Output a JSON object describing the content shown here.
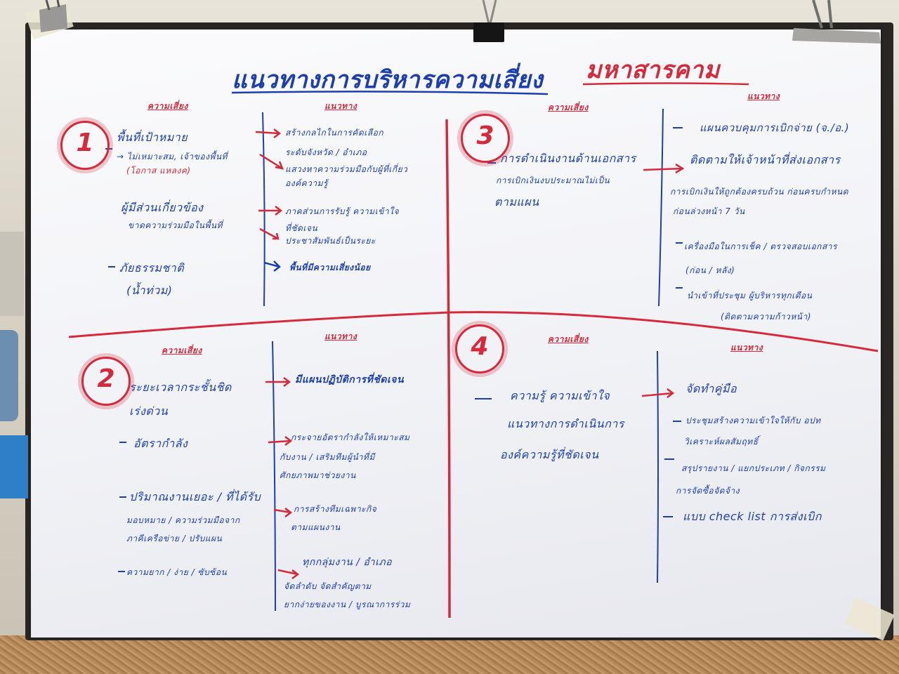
{
  "header": {
    "title": "แนวทางการบริหารความเสี่ยง",
    "province": "มหาสารคาม"
  },
  "quadrants": [
    {
      "number": "1",
      "risk_heading": "ความเสี่ยง",
      "approach_heading": "แนวทาง",
      "risks": [
        "พื้นที่เป้าหมาย",
        "→ ไม่เหมาะสม, เจ้าของพื้นที่",
        "(โอกาส แหลงค)",
        "ผู้มีส่วนเกี่ยวข้อง",
        "ขาดความร่วมมือในพื้นที่",
        "ภัยธรรมชาติ",
        "(น้ำท่วม)"
      ],
      "approaches": [
        "สร้างกลไกในการคัดเลือก",
        "ระดับจังหวัด / อำเภอ",
        "แสวงหาความร่วมมือกับผู้ที่เกี่ยว",
        "องค์ความรู้",
        "ภาคส่วนการรับรู้ ความเข้าใจ",
        "ที่ชัดเจน",
        "ประชาสัมพันธ์เป็นระยะ",
        "พื้นที่มีความเสี่ยงน้อย"
      ]
    },
    {
      "number": "2",
      "risk_heading": "ความเสี่ยง",
      "approach_heading": "แนวทาง",
      "risks": [
        "ระยะเวลากระชั้นชิด",
        "เร่งด่วน",
        "อัตรากำลัง",
        "ปริมาณงานเยอะ / ที่ได้รับ",
        "มอบหมาย / ความร่วมมือจาก",
        "ภาคีเครือข่าย / ปรับแผน",
        "ความยาก / ง่าย / ซับซ้อน"
      ],
      "approaches": [
        "มีแผนปฏิบัติการที่ชัดเจน",
        "กระจายอัตรากำลังให้เหมาะสม",
        "กับงาน / เสริมทีมผู้นำที่มี",
        "ศักยภาพมาช่วยงาน",
        "การสร้างทีมเฉพาะกิจ",
        "ตามแผนงาน",
        "ทุกกลุ่มงาน / อำเภอ",
        "จัดลำดับ จัดสำคัญตาม",
        "ยากง่ายของงาน / บูรณาการร่วม"
      ]
    },
    {
      "number": "3",
      "risk_heading": "ความเสี่ยง",
      "approach_heading": "แนวทาง",
      "risks": [
        "การดำเนินงานด้านเอกสาร",
        "การเบิกเงินงบประมาณไม่เป็น",
        "ตามแผน"
      ],
      "approaches": [
        "แผนควบคุมการเบิกจ่าย (จ./อ.)",
        "ติดตามให้เจ้าหน้าที่ส่งเอกสาร",
        "การเบิกเงินให้ถูกต้องครบถ้วน ก่อนครบกำหนด",
        "ก่อนล่วงหน้า 7 วัน",
        "เครื่องมือในการเช็ค / ตรวจสอบเอกสาร",
        "(ก่อน / หลัง)",
        "นำเข้าที่ประชุม ผู้บริหารทุกเดือน",
        "(ติดตามความก้าวหน้า)"
      ]
    },
    {
      "number": "4",
      "risk_heading": "ความเสี่ยง",
      "approach_heading": "แนวทาง",
      "risks": [
        "ความรู้ ความเข้าใจ",
        "แนวทางการดำเนินการ",
        "องค์ความรู้ที่ชัดเจน"
      ],
      "approaches": [
        "จัดทำคู่มือ",
        "ประชุมสร้างความเข้าใจให้กับ อปท",
        "วิเคราะห์ผลสัมฤทธิ์",
        "สรุปรายงาน / แยกประเภท / กิจกรรม",
        "การจัดซื้อจัดจ้าง",
        "แบบ check list การส่งเบิก"
      ]
    }
  ],
  "colors": {
    "blue_marker": "#1d3fae",
    "red_marker": "#d52a3c",
    "paper": "#f4f5f8",
    "frame": "#2a2624"
  }
}
